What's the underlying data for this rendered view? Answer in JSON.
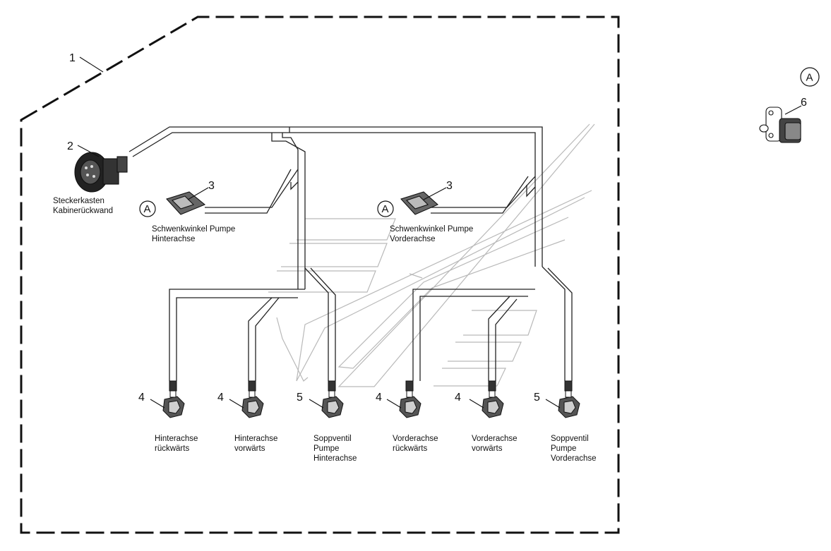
{
  "items": [
    {
      "num": "1"
    },
    {
      "num": "2",
      "label_lines": [
        "Steckerkasten",
        "Kabinerückwand"
      ]
    },
    {
      "num": "3",
      "detail_ref": "A",
      "label_lines": [
        "Schwenkwinkel Pumpe",
        "Hinterachse"
      ]
    },
    {
      "num": "3",
      "detail_ref": "A",
      "label_lines": [
        "Schwenkwinkel Pumpe",
        "Vorderachse"
      ]
    },
    {
      "num": "4",
      "label_lines": [
        "Hinterachse",
        "rückwärts"
      ]
    },
    {
      "num": "4",
      "label_lines": [
        "Hinterachse",
        "vorwärts"
      ]
    },
    {
      "num": "5",
      "label_lines": [
        "Soppventil",
        "Pumpe",
        "Hinterachse"
      ]
    },
    {
      "num": "4",
      "label_lines": [
        "Vorderachse",
        "rückwärts"
      ]
    },
    {
      "num": "4",
      "label_lines": [
        "Vorderachse",
        "vorwärts"
      ]
    },
    {
      "num": "5",
      "label_lines": [
        "Soppventil",
        "Pumpe",
        "Vorderachse"
      ]
    }
  ],
  "detail": {
    "ref": "A",
    "num": "6"
  }
}
